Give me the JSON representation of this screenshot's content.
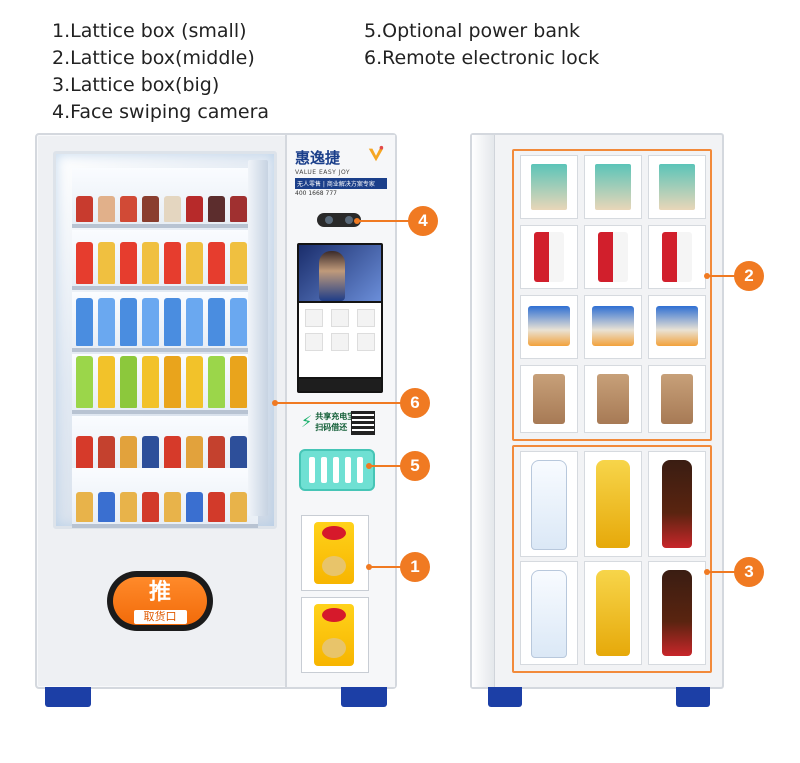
{
  "legend": {
    "left": [
      "1.Lattice box (small)",
      "2.Lattice box(middle)",
      "3.Lattice box(big)",
      "4.Face swiping camera"
    ],
    "right": [
      "5.Optional power bank",
      "6.Remote electronic lock"
    ]
  },
  "left_machine": {
    "brand_name": "惠逸捷",
    "brand_slogan": "VALUE EASY JOY",
    "brand_band": "无人零售 | 商业解决方案专家",
    "brand_phone": "400 1668 777",
    "power_bank_caption_line1": "共享充电宝",
    "power_bank_caption_line2": "扫码借还",
    "dispense_push": "推",
    "dispense_label": "取货口"
  },
  "callouts": [
    "1",
    "2",
    "3",
    "4",
    "5",
    "6"
  ],
  "colors": {
    "accent": "#f07a22",
    "brand_blue": "#1b3f8a",
    "power_bank": "#6fe0d3",
    "feet": "#1c3fa6"
  }
}
